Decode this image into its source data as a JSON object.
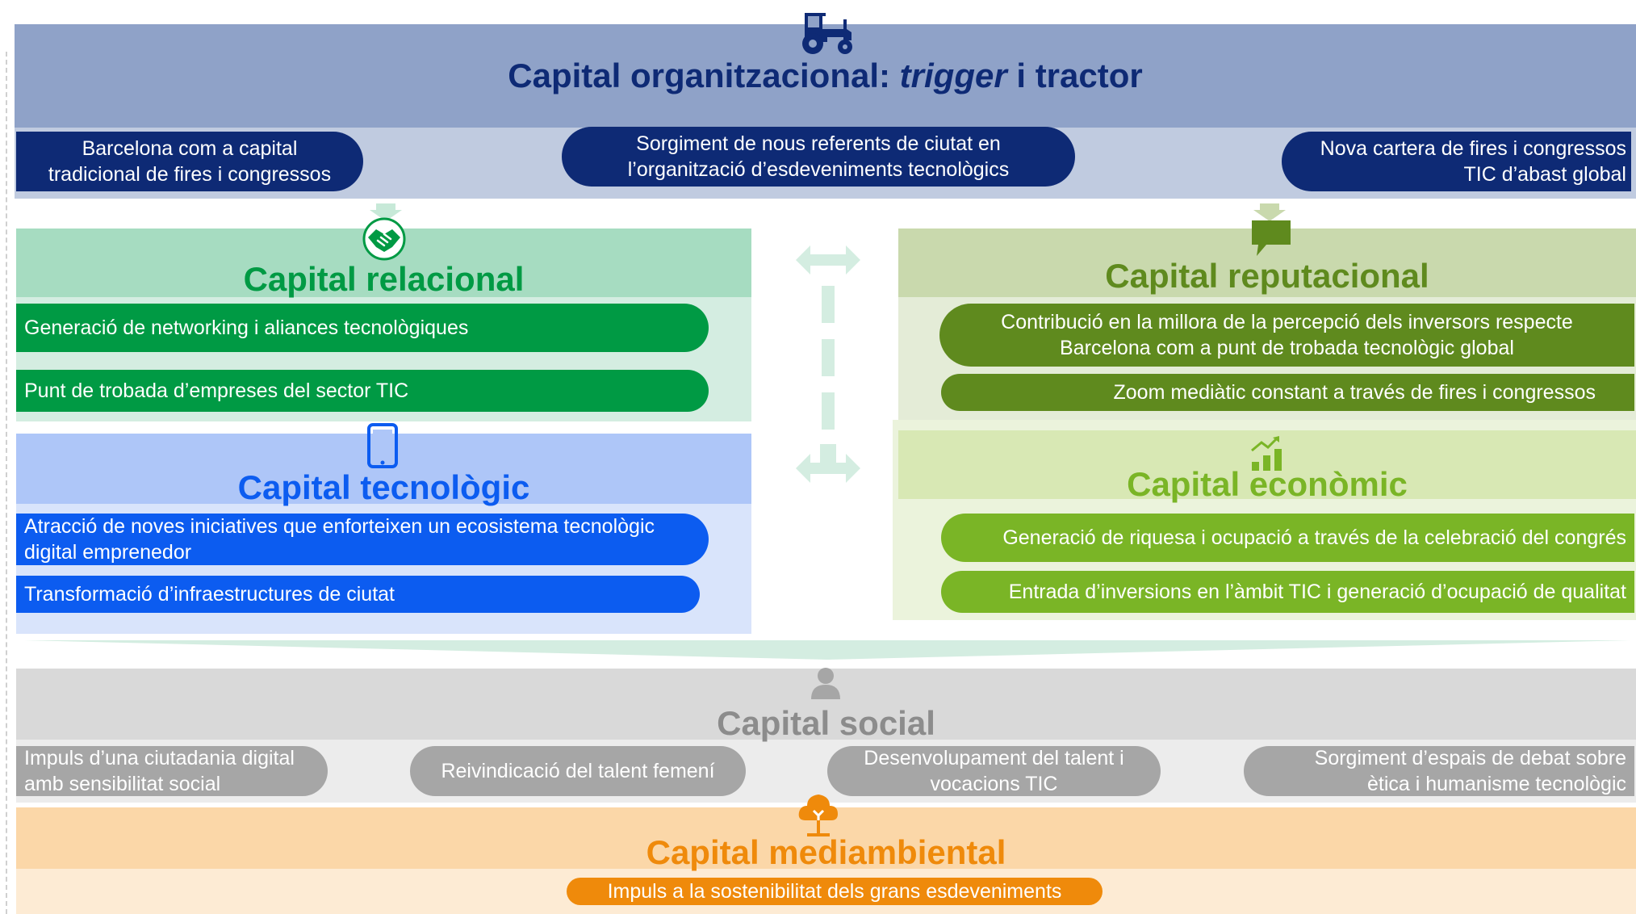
{
  "organizational": {
    "title_start": "Capital organitzacional:",
    "title_italic": "trigger",
    "title_end": "i tractor",
    "icon": "tractor-icon",
    "items": [
      "Barcelona com a capital\ntradicional de fires i congressos",
      "Sorgiment de nous referents de ciutat en\nl’organització d’esdeveniments tecnològics",
      "Nova cartera de fires i congressos\nTIC d’abast global"
    ]
  },
  "relational": {
    "title": "Capital relacional",
    "icon": "handshake-icon",
    "items": [
      "Generació de networking i aliances tecnològiques",
      "Punt de trobada d’empreses del sector TIC"
    ]
  },
  "reputational": {
    "title": "Capital reputacional",
    "icon": "speech-bubble-icon",
    "items": [
      "Contribució en la millora de la percepció dels inversors respecte\nBarcelona com a punt de trobada tecnològic global",
      "Zoom mediàtic constant a través de fires i congressos"
    ]
  },
  "technological": {
    "title": "Capital tecnològic",
    "icon": "tablet-icon",
    "items": [
      "Atracció de noves iniciatives que enforteixen un ecosistema tecnològic\ndigital emprenedor",
      "Transformació d’infraestructures de ciutat"
    ]
  },
  "economic": {
    "title": "Capital econòmic",
    "icon": "growth-chart-icon",
    "items": [
      "Generació de riquesa i ocupació a través de la celebració del congrés",
      "Entrada d’inversions en l’àmbit TIC i generació d’ocupació de qualitat"
    ]
  },
  "social": {
    "title": "Capital social",
    "icon": "person-icon",
    "items": [
      "Impuls d’una ciutadania digital\namb sensibilitat social",
      "Reivindicació del talent femení",
      "Desenvolupament del talent i\nvocacions TIC",
      "Sorgiment d’espais de debat sobre\nètica i humanisme tecnològic"
    ]
  },
  "environmental": {
    "title": "Capital mediambiental",
    "icon": "tree-icon",
    "items": [
      "Impuls a la sostenibilitat dels grans esdeveniments"
    ]
  },
  "colors": {
    "organizational_header": "#8fa2c8",
    "organizational_band": "#c0cbe0",
    "organizational_pill": "#0e2a75",
    "relational_header": "#a6dcc1",
    "relational_band": "#d4ede1",
    "relational_pill": "#009a44",
    "relational_title": "#009a44",
    "reputational_header": "#c9d9ad",
    "reputational_band": "#e4ecd7",
    "reputational_pill": "#5f8a1e",
    "reputational_title": "#5f8a1e",
    "technological_header": "#aec6f8",
    "technological_band": "#d9e4fb",
    "technological_pill": "#0c5cf0",
    "technological_title": "#0c5cf0",
    "economic_header": "#d8e8b4",
    "economic_band": "#ebf3dc",
    "economic_pill": "#7ab526",
    "economic_title": "#7ab526",
    "social_header": "#d9d9d9",
    "social_band": "#ececec",
    "social_pill": "#a6a6a6",
    "social_title": "#8c8c8c",
    "environmental_header": "#fbd7a8",
    "environmental_band": "#fdebd4",
    "environmental_pill": "#ef8a0b",
    "environmental_title": "#ef8a0b"
  }
}
